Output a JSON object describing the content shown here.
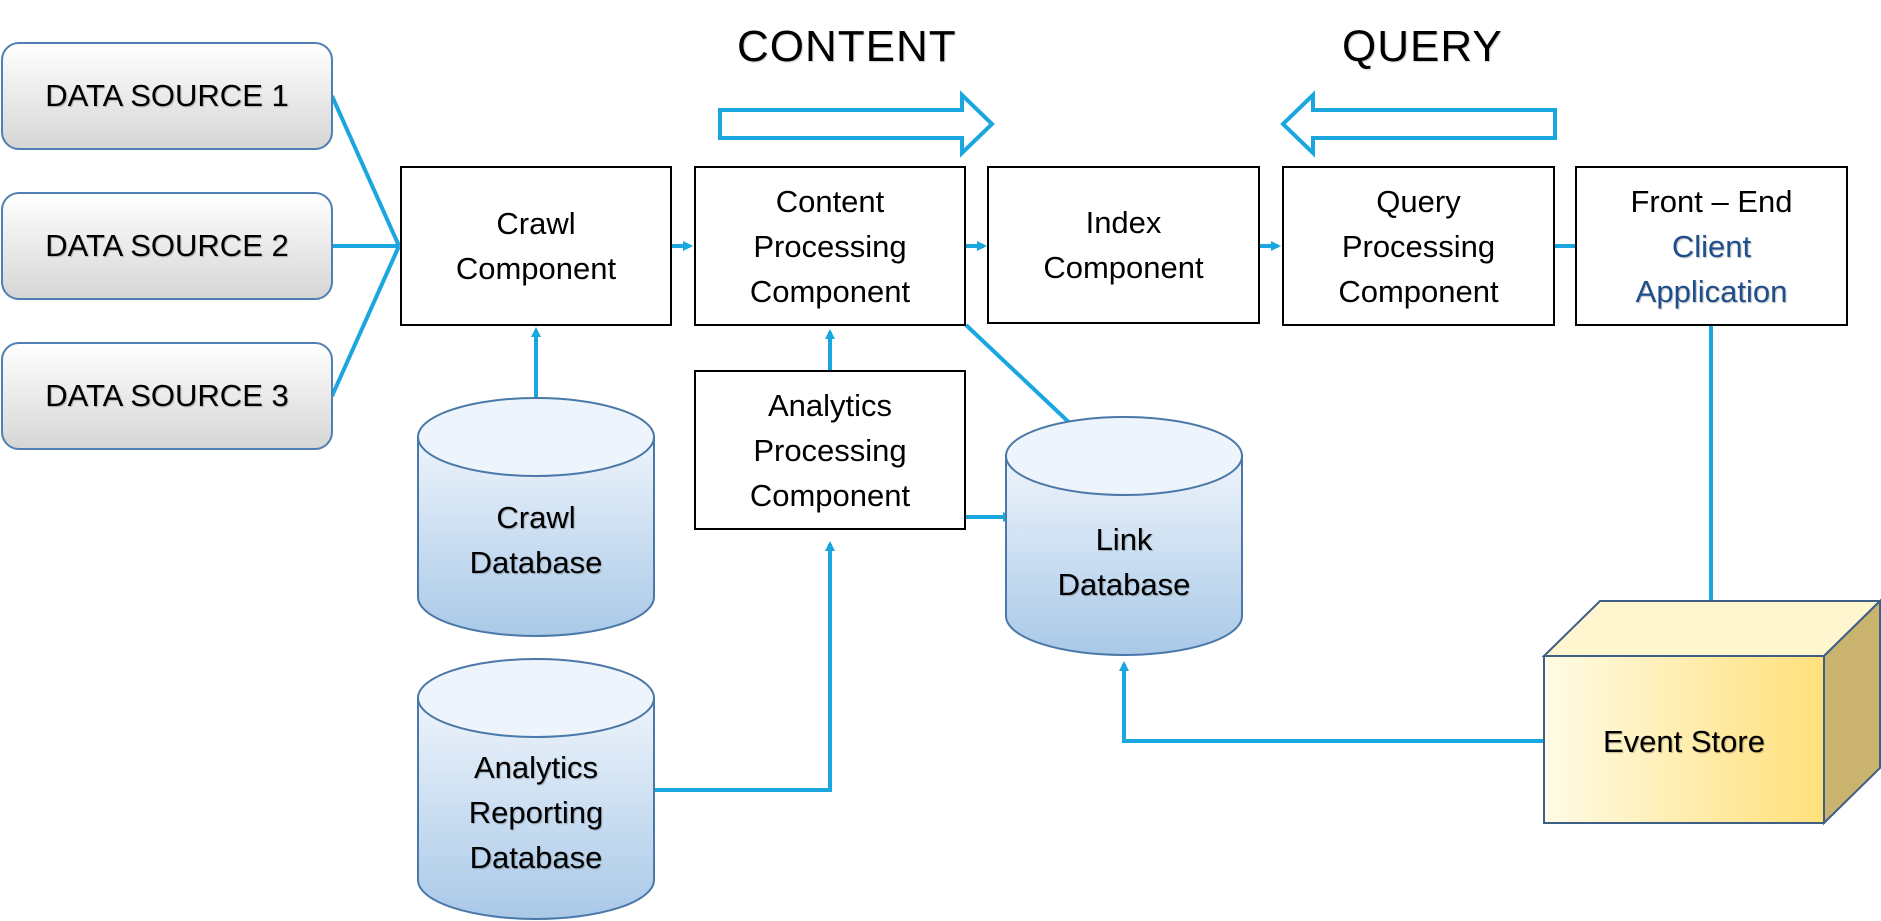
{
  "headings": {
    "content": "CONTENT",
    "query": "QUERY"
  },
  "sources": [
    "DATA SOURCE 1",
    "DATA SOURCE 2",
    "DATA SOURCE 3"
  ],
  "components": {
    "crawl": [
      "Crawl",
      "Component"
    ],
    "content_processing": [
      "Content",
      "Processing",
      "Component"
    ],
    "index": [
      "Index",
      "Component"
    ],
    "query_processing": [
      "Query",
      "Processing",
      "Component"
    ],
    "front_end": {
      "line1": "Front – End",
      "line2": "Client",
      "line3": "Application"
    },
    "analytics_processing": [
      "Analytics",
      "Processing",
      "Component"
    ]
  },
  "databases": {
    "crawl": [
      "Crawl",
      "Database"
    ],
    "link": [
      "Link",
      "Database"
    ],
    "analytics_reporting": [
      "Analytics",
      "Reporting",
      "Database"
    ]
  },
  "event_store": "Event Store",
  "colors": {
    "arrow": "#1aa7e0",
    "db_top": "#eef4fb",
    "db_bottom": "#a9c9e8",
    "db_stroke": "#4a78a8",
    "cube_front_left": "#fffbe6",
    "cube_front_right": "#ffe07a",
    "cube_side": "#c9b36e",
    "cube_top": "#fff6cf",
    "accent_text": "#1f4e8c"
  }
}
